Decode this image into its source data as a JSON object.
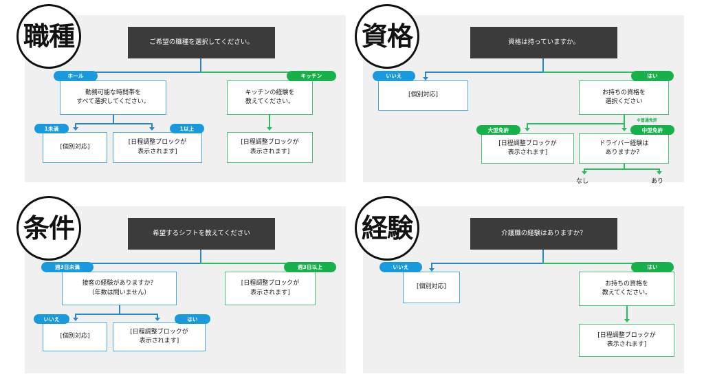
{
  "meta": {
    "title": "採用フロー チャート",
    "colors": {
      "panel_bg": "#f0f0f0",
      "header_bg": "#3b3b3b",
      "blue_pill": "#1a9ade",
      "green_pill": "#17b04b",
      "blue_line": "#2b86c9",
      "green_line": "#2bbd62",
      "blue_border": "#4fa9e0",
      "green_border": "#4cc27a"
    }
  },
  "panels": {
    "shokushu": {
      "badge": "職種",
      "header": "ご希望の職種を選択してください。",
      "pill_left": "ホール",
      "pill_right": "キッチン",
      "node_left": "勤務可能な時間帯を\nすべて選択してください。",
      "node_right": "キッチンの経験を\n教えてください。",
      "pill_l1": "1未満",
      "pill_l2": "1以上",
      "leaf_l1": "[個別対応]",
      "leaf_l2": "[日程調整ブロックが\n表示されます]",
      "leaf_r1": "[日程調整ブロックが\n表示されます]"
    },
    "shikaku": {
      "badge": "資格",
      "header": "資格は持っていますか。",
      "pill_left": "いいえ",
      "pill_right": "はい",
      "node_left": "[個別対応]",
      "node_right": "お持ちの資格を\n選択ください",
      "note_small": "※普通免許",
      "pill_l2": "大型免許",
      "pill_r2": "中型免許",
      "leaf_l2": "[日程調整ブロックが\n表示されます]",
      "node_r2": "ドライバー経験は\nありますか？",
      "label_nashi": "なし",
      "label_ari": "あり"
    },
    "jouken": {
      "badge": "条件",
      "header": "希望するシフトを教えてください",
      "pill_left": "週3日未満",
      "pill_right": "週3日以上",
      "node_left": "接客の経験がありますか？\n（年数は問いません）",
      "node_right": "[日程調整ブロックが\n表示されます]",
      "pill_l1": "いいえ",
      "pill_l2": "はい",
      "leaf_l1": "[個別対応]",
      "leaf_l2": "[日程調整ブロックが\n表示されます]"
    },
    "keiken": {
      "badge": "経験",
      "header": "介護職の経験はありますか？",
      "pill_left": "いいえ",
      "pill_right": "はい",
      "node_left": "[個別対応]",
      "node_right": "お持ちの資格を\n教えてください。",
      "leaf_r1": "[日程調整ブロックが\n表示されます]"
    }
  }
}
